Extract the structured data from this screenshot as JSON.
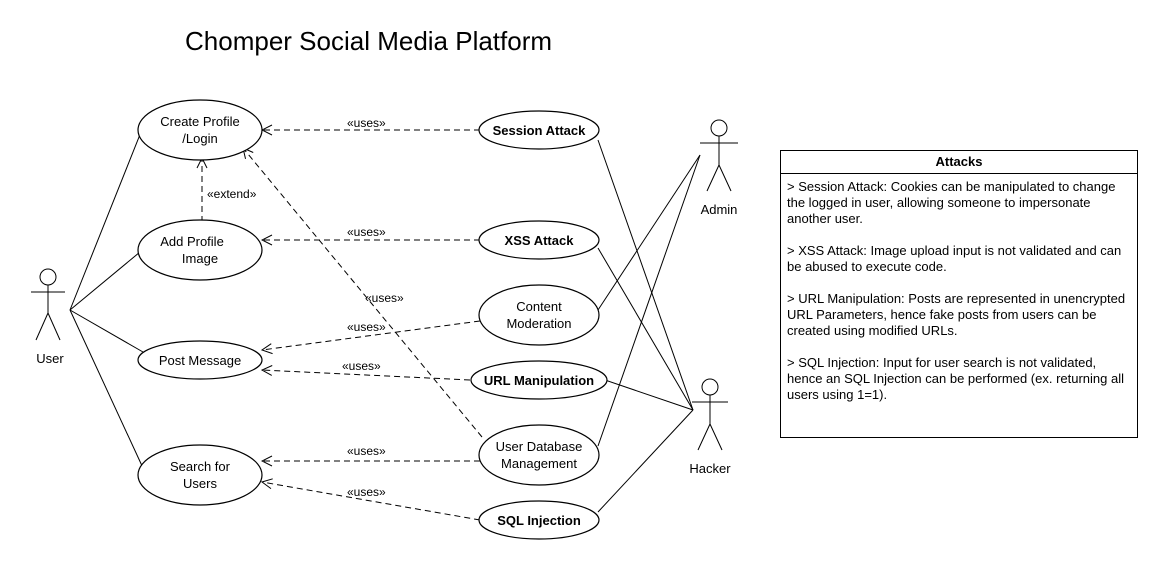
{
  "title": "Chomper Social Media Platform",
  "actors": {
    "user": "User",
    "admin": "Admin",
    "hacker": "Hacker"
  },
  "use_cases": {
    "create_profile": [
      "Create Profile",
      "/Login"
    ],
    "add_profile_image": [
      "Add Profile",
      "Image"
    ],
    "post_message": "Post Message",
    "search_users": [
      "Search for",
      "Users"
    ],
    "session_attack": "Session Attack",
    "xss_attack": "XSS Attack",
    "content_moderation": [
      "Content",
      "Moderation"
    ],
    "url_manipulation": "URL Manipulation",
    "user_db_management": [
      "User Database",
      "Management"
    ],
    "sql_injection": "SQL Injection"
  },
  "stereotypes": {
    "uses": "«uses»",
    "extend": "«extend»"
  },
  "attacks": {
    "heading": "Attacks",
    "items": [
      "> Session Attack: Cookies can be manipulated to change the logged in user, allowing someone to impersonate another user.",
      "> XSS Attack: Image upload input is not validated and can be abused to execute code.",
      "> URL Manipulation: Posts are represented in unencrypted URL Parameters, hence fake posts from users can be created using modified URLs.",
      "> SQL Injection: Input for user search is not validated, hence an SQL Injection can be performed (ex. returning all users using 1=1)."
    ]
  }
}
